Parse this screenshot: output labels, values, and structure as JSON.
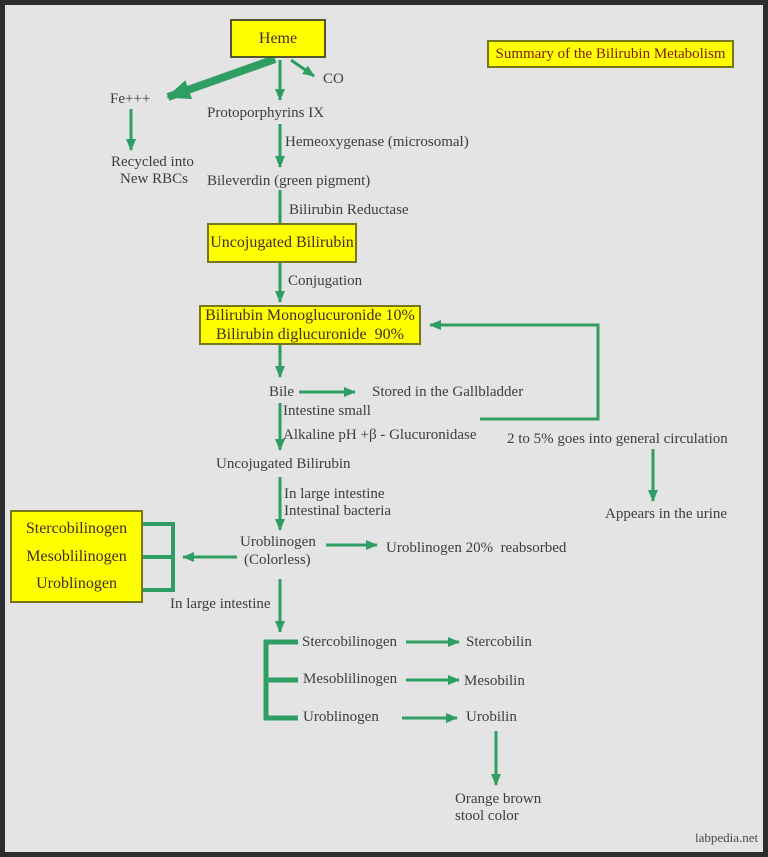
{
  "title": "Summary of the Bilirubin Metabolism",
  "watermark": "labpedia.net",
  "colors": {
    "background": "#e4e4e4",
    "arrow_green": "#2f9e63",
    "highlight_yellow": "#ffff00",
    "title_text": "#7c1b1b",
    "body_text": "#3d3d3d"
  },
  "nodes": {
    "heme": "Heme",
    "fe": "Fe+++",
    "co": "CO",
    "protoporphyrins": "Protoporphyrins IX",
    "hemeoxygenase": "Hemeoxygenase (microsomal)",
    "recycled_line1": "Recycled into",
    "recycled_line2": "New RBCs",
    "bileverdin": "Bileverdin (green pigment)",
    "bilirubin_reductase": "Bilirubin Reductase",
    "unconjugated_box": "Uncojugated Bilirubin",
    "conjugation": "Conjugation",
    "glucuronide_line1": "Bilirubin Monoglucuronide 10%",
    "glucuronide_line2": "Bilirubin diglucuronide  90%",
    "bile": "Bile",
    "stored": "Stored in the Gallbladder",
    "intestine_small": "Intestine small",
    "alkaline": "Alkaline pH +β - Glucuronidase",
    "circulation": "2 to 5% goes into general circulation",
    "urine": "Appears in the urine",
    "unconjugated_2": "Uncojugated Bilirubin",
    "large_intestine_1": "In large intestine",
    "intestinal_bacteria": "Intestinal bacteria",
    "uroblinogen": "Uroblinogen",
    "colorless": "(Colorless)",
    "reabsorbed": "Uroblinogen 20%  reabsorbed",
    "large_intestine_2": "In large intestine",
    "orange_line1": "Orange brown",
    "orange_line2": "stool color"
  },
  "pigment_box": [
    "Stercobilinogen",
    "Mesoblilinogen",
    "Uroblinogen"
  ],
  "conversions": [
    {
      "from": "Stercobilinogen",
      "to": "Stercobilin"
    },
    {
      "from": "Mesoblilinogen",
      "to": "Mesobilin"
    },
    {
      "from": "Uroblinogen",
      "to": "Urobilin"
    }
  ]
}
